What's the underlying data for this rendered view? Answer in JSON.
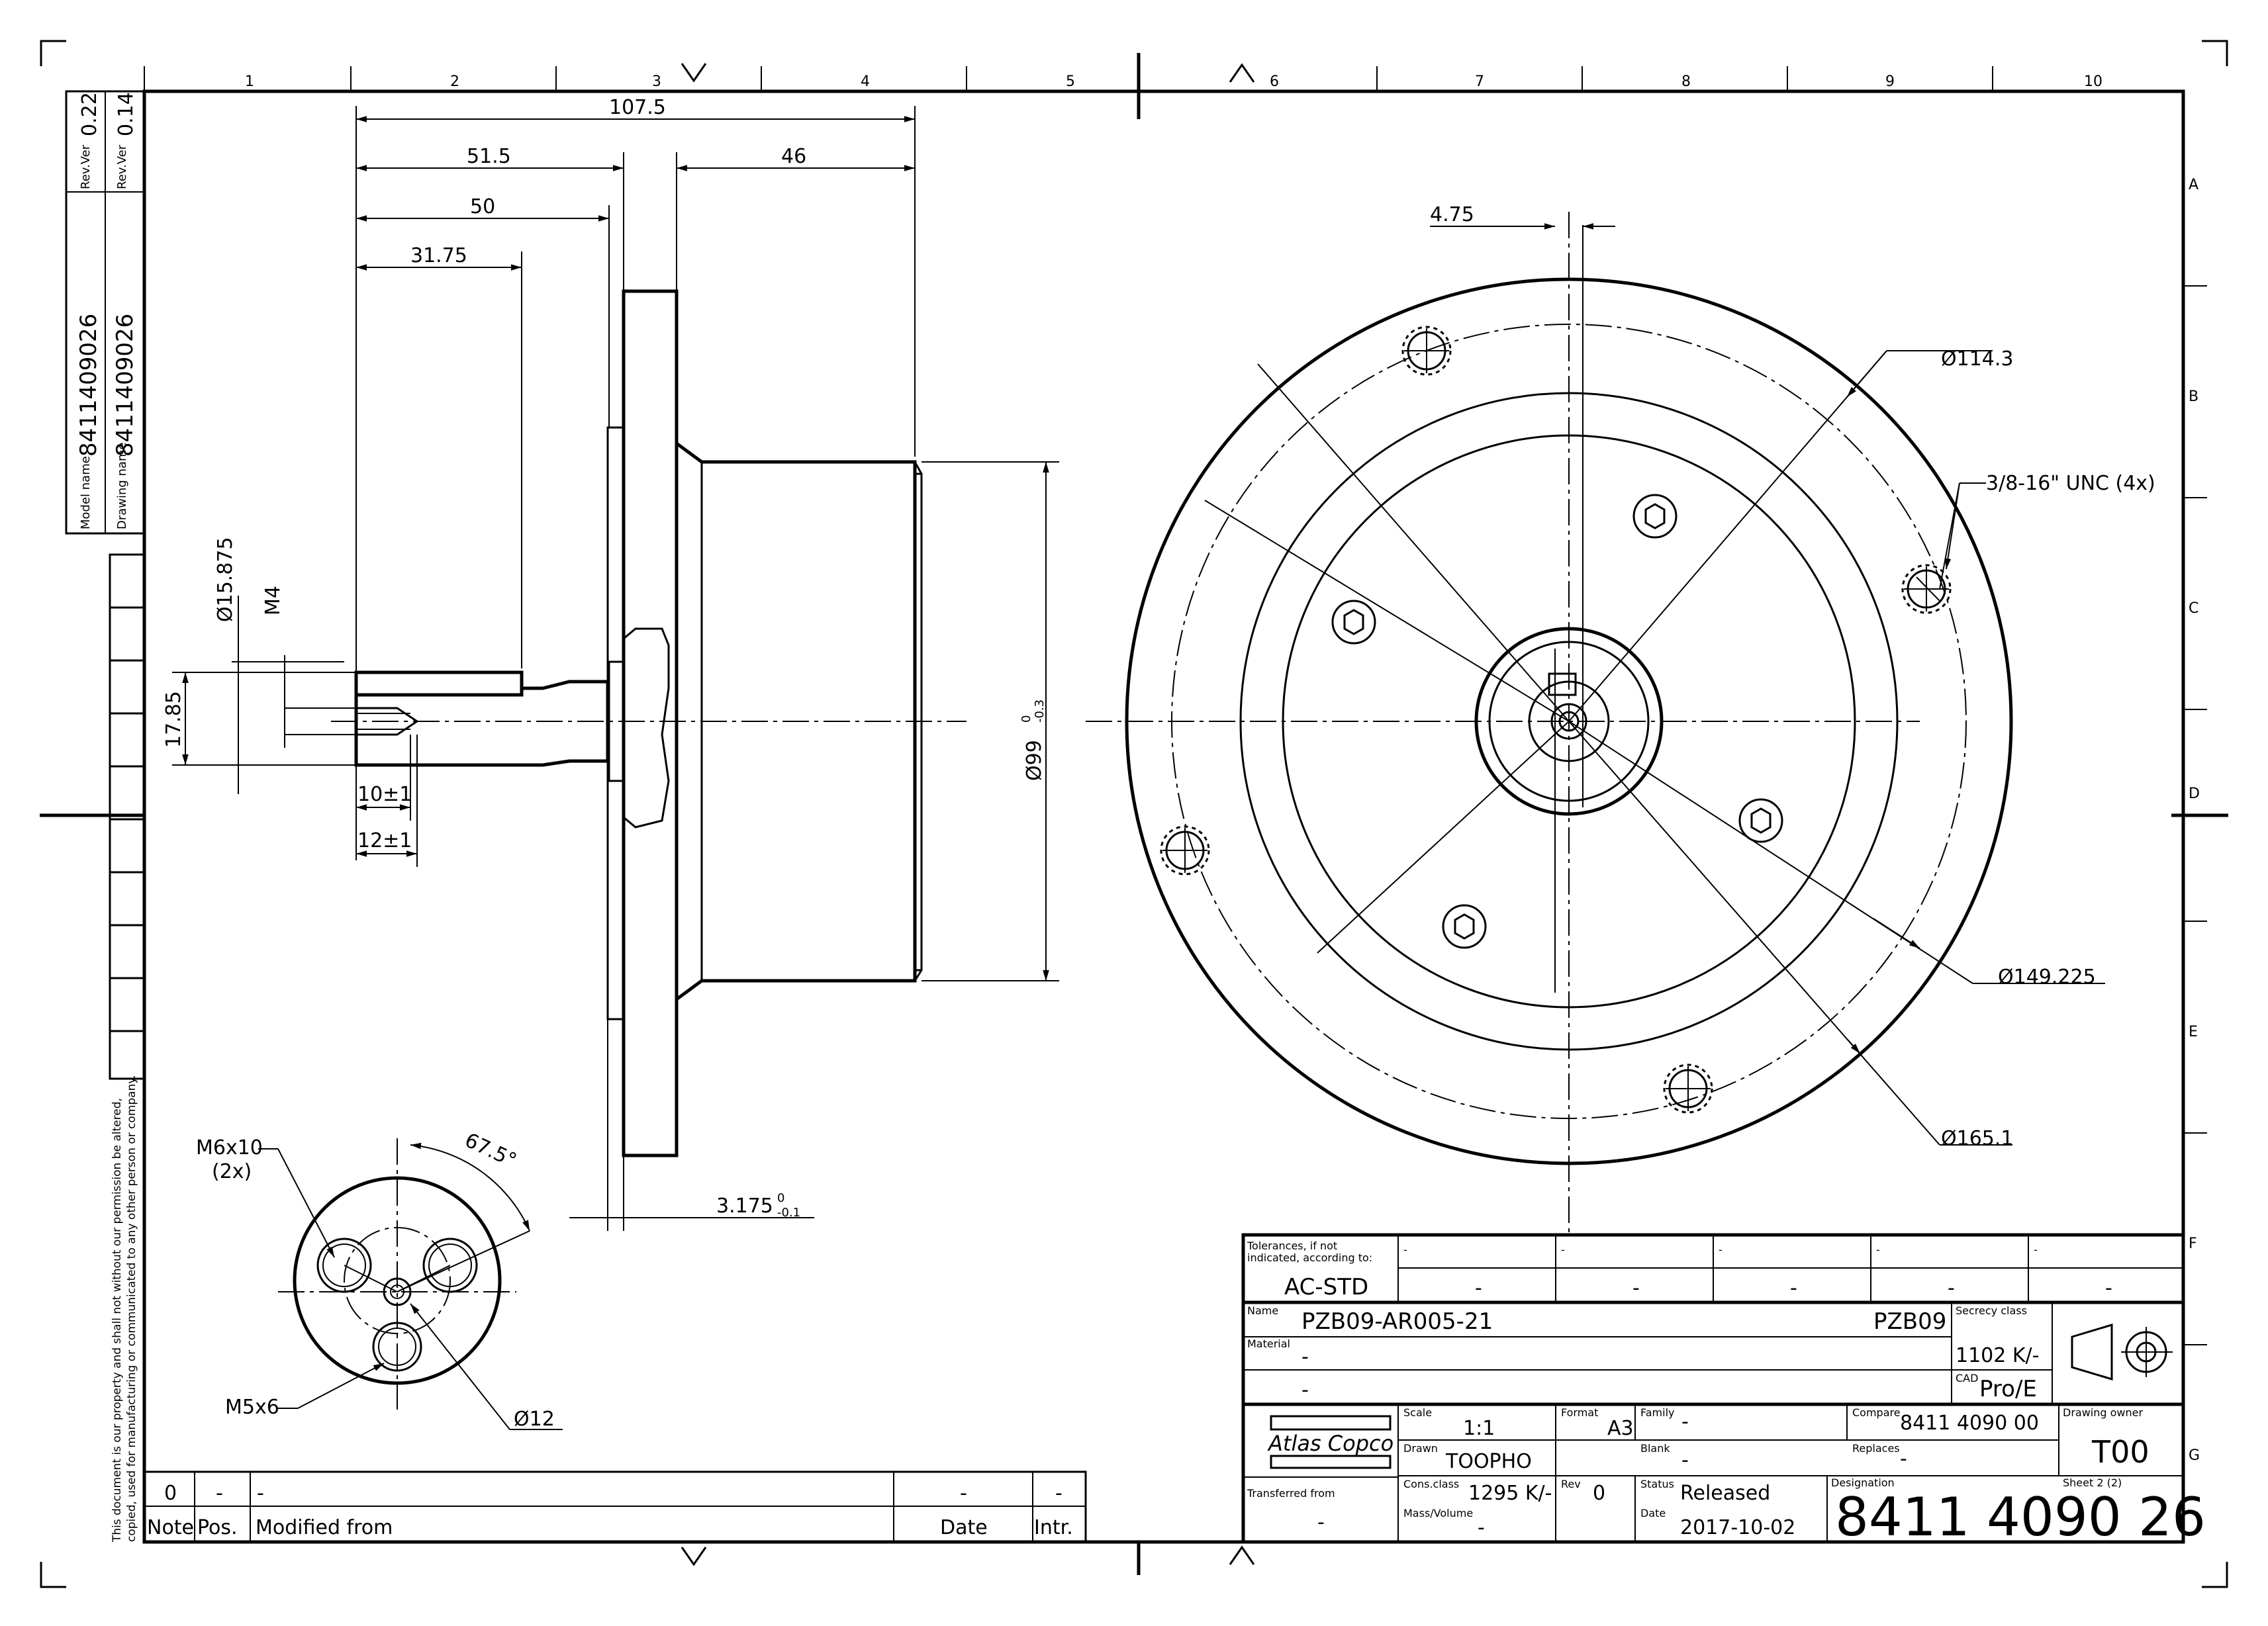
{
  "frame": {
    "columns": [
      "1",
      "2",
      "3",
      "4",
      "5",
      "6",
      "7",
      "8",
      "9",
      "10"
    ],
    "rows": [
      "A",
      "B",
      "C",
      "D",
      "E",
      "F",
      "G"
    ]
  },
  "side_labels": {
    "rev_ver_label": "Rev.Ver",
    "rev_ver_1": "0.22",
    "rev_ver_2": "0.14",
    "model_name_label": "Model name",
    "model_name": "8411409026",
    "drawing_name_label": "Drawing name",
    "drawing_name": "8411409026",
    "notice": "This document is our property and shall not without our permission be altered,",
    "notice2": "copied, used for manufacturing or communicated to any other person or company."
  },
  "side_view": {
    "dims": {
      "d107_5": "107.5",
      "d51_5": "51.5",
      "d46": "46",
      "d50": "50",
      "d31_75": "31.75",
      "dia15": "Ø15.875",
      "m4": "M4",
      "d17_85": "17.85",
      "d10": "10±1",
      "d12": "12±1",
      "dia99": "Ø99",
      "dia99_tol_up": "0",
      "dia99_tol_lo": "-0.3",
      "d3_175": "3.175",
      "d3_175_tol_up": "0",
      "d3_175_tol_lo": "-0.1"
    }
  },
  "front_view": {
    "dims": {
      "d4_75": "4.75",
      "dia114": "Ø114.3",
      "unc": "3/8-16\" UNC (4x)",
      "dia149": "Ø149.225",
      "dia165": "Ø165.1"
    }
  },
  "detail_view": {
    "dims": {
      "m6": "M6x10",
      "m6_count": "(2x)",
      "angle": "67.5°",
      "m5": "M5x6",
      "dia12": "Ø12"
    }
  },
  "revision_block": {
    "row": [
      "0",
      "-",
      "-",
      "-",
      "-"
    ],
    "headers": [
      "Note",
      "Pos.",
      "Modified from",
      "Date",
      "Intr."
    ]
  },
  "title_block": {
    "tolerances_label": "Tolerances, if not",
    "tolerances_label2": "indicated, according to:",
    "tolerances_value": "AC-STD",
    "tol_cells_top": [
      "-",
      "-",
      "-",
      "-",
      "-"
    ],
    "tol_cells_bottom": [
      "-",
      "-",
      "-",
      "-",
      "-"
    ],
    "name_label": "Name",
    "name": "PZB09-AR005-21",
    "name_code": "PZB09",
    "secrecy_label": "Secrecy class",
    "secrecy": "1102 K/-",
    "cad_label": "CAD",
    "cad": "Pro/E",
    "material_label": "Material",
    "material_1": "-",
    "material_2": "-",
    "logo": "Atlas Copco",
    "scale_label": "Scale",
    "scale": "1:1",
    "format_label": "Format",
    "format": "A3",
    "family_label": "Family",
    "family": "-",
    "compare_label": "Compare",
    "compare": "8411 4090 00",
    "owner_label": "Drawing owner",
    "owner": "T00",
    "drawn_label": "Drawn",
    "drawn": "TOOPHO",
    "blank_label": "Blank",
    "blank": "-",
    "replaces_label": "Replaces",
    "replaces": "-",
    "transferred_label": "Transferred from",
    "transferred": "-",
    "cons_label": "Cons.class",
    "cons": "1295 K/-",
    "rev_label": "Rev",
    "rev": "0",
    "status_label": "Status",
    "status": "Released",
    "designation_label": "Designation",
    "sheet_label": "Sheet 2 (2)",
    "designation": "8411 4090 26",
    "mass_label": "Mass/Volume",
    "mass": "-",
    "date_label": "Date",
    "date": "2017-10-02"
  }
}
